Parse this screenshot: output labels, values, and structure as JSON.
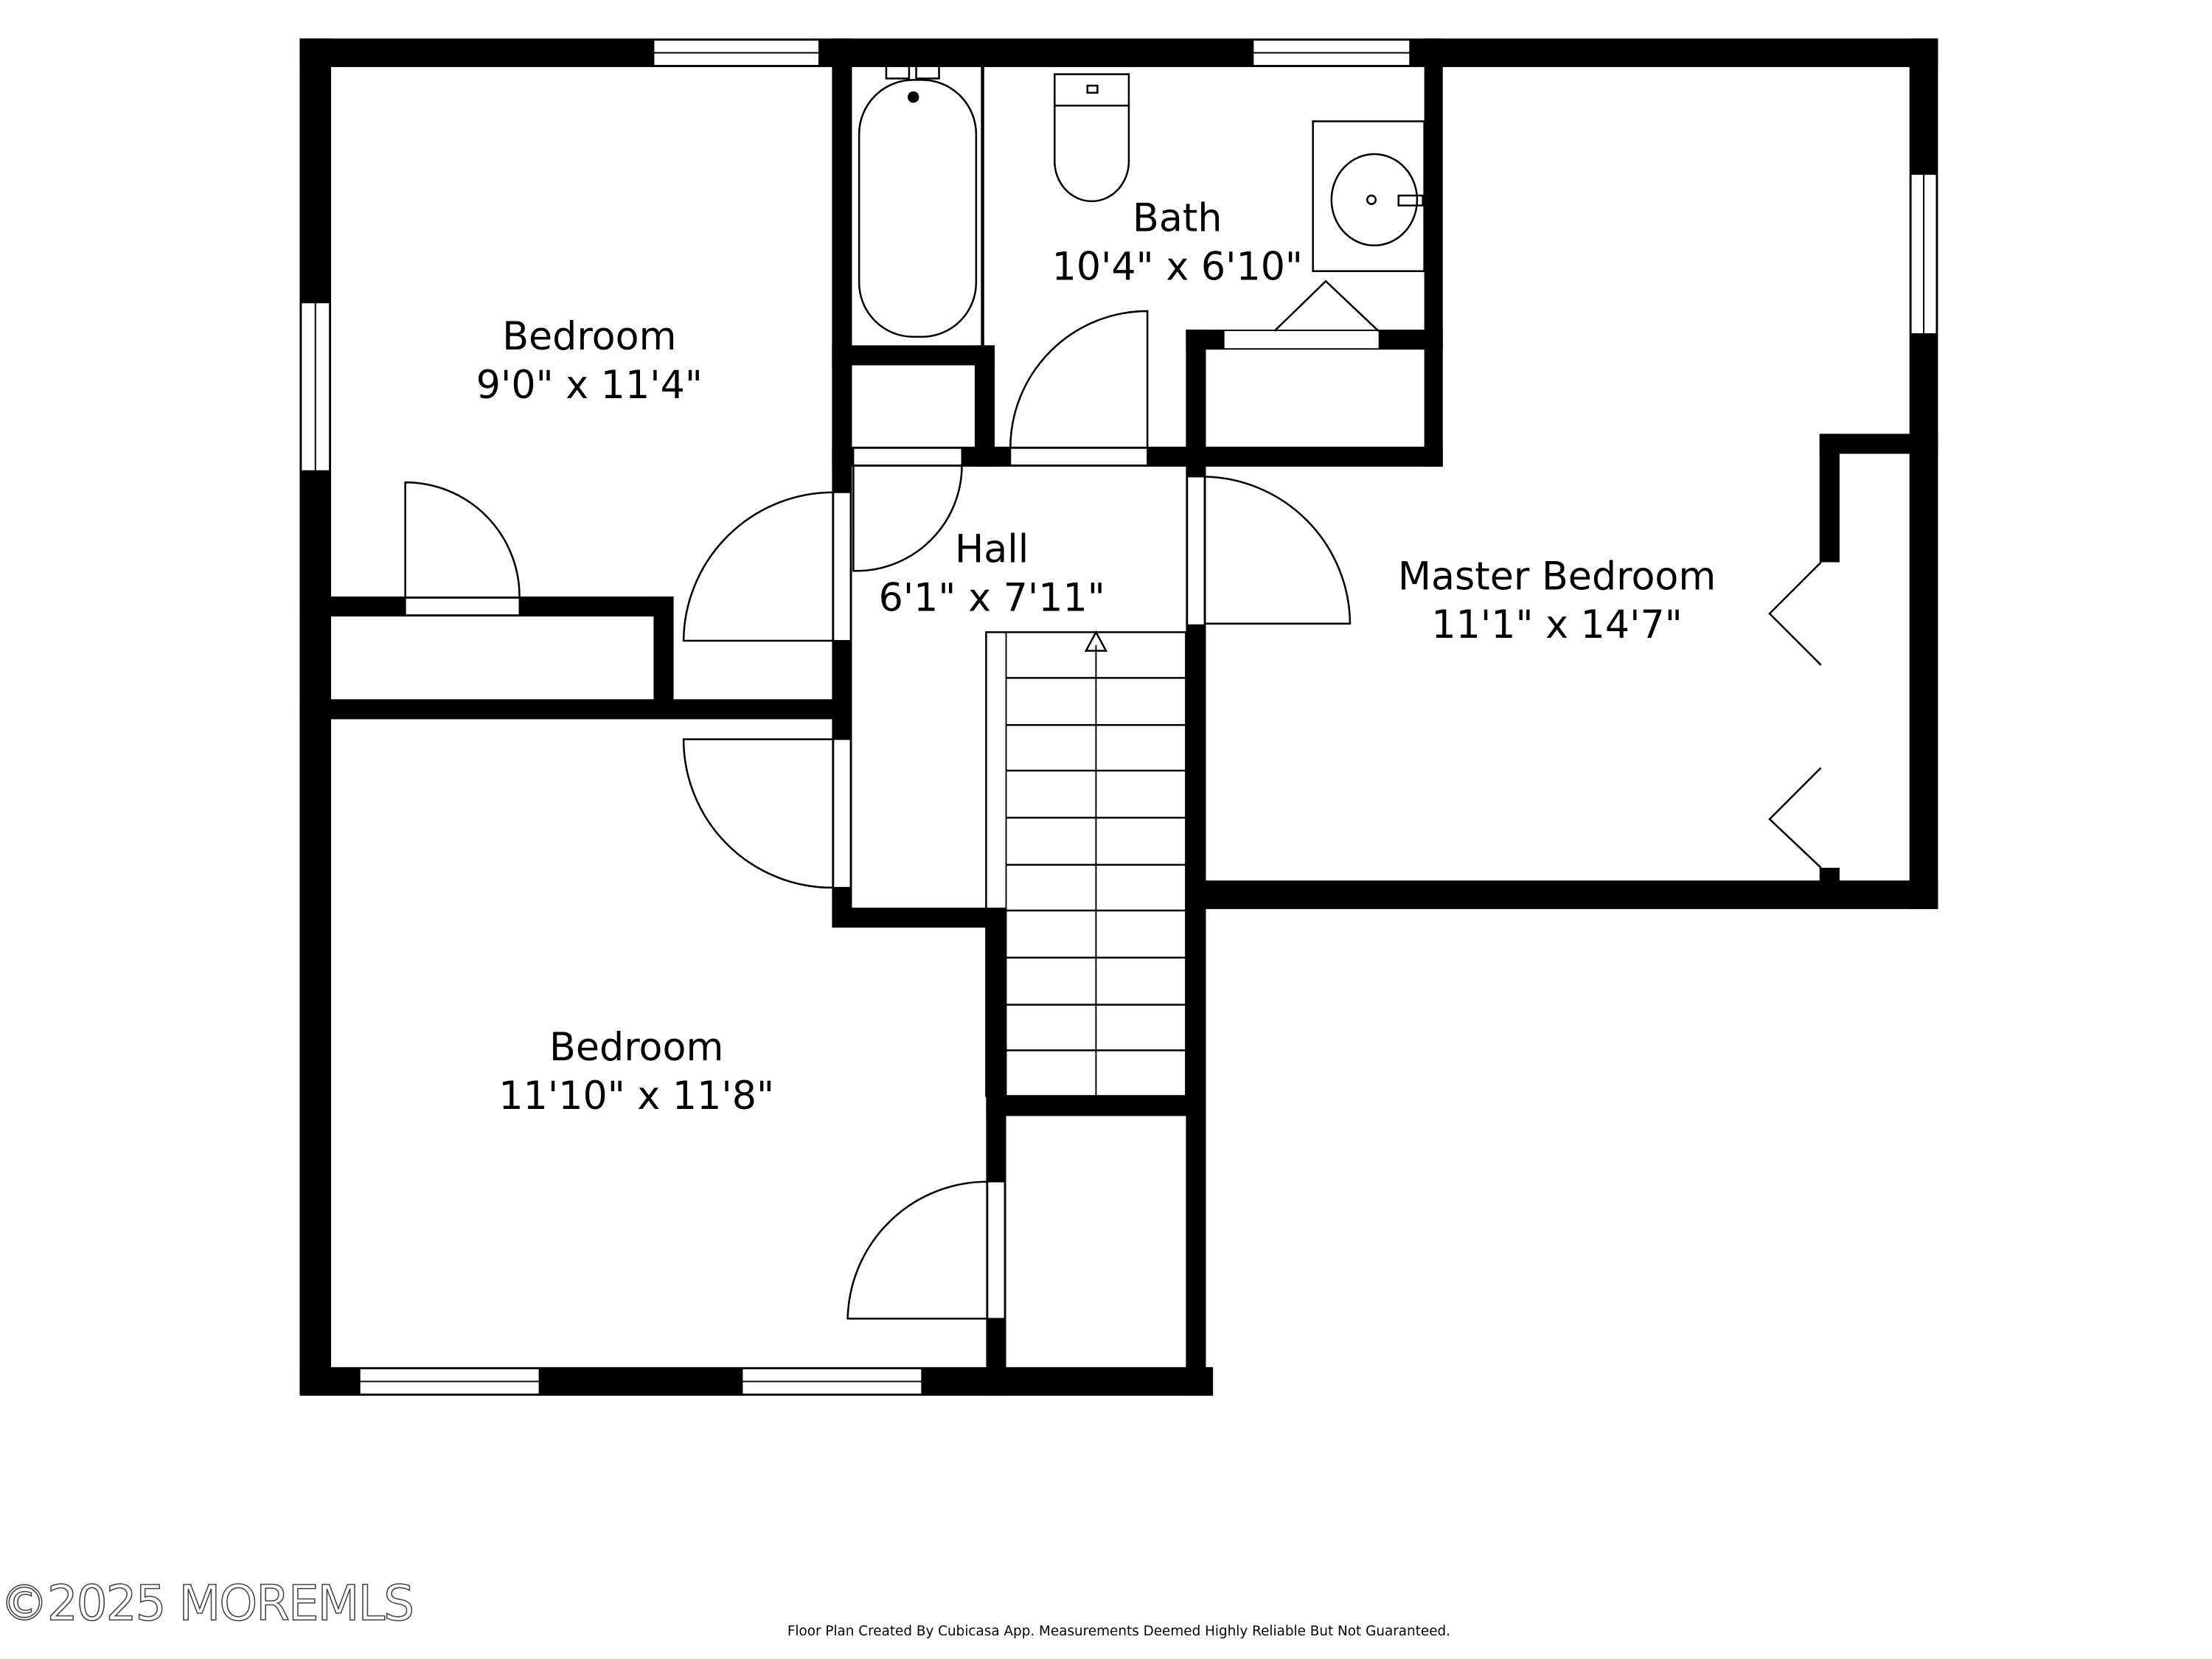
{
  "rooms": {
    "bedroom_top_left": {
      "name": "Bedroom",
      "dims": "9'0\" x 11'4\""
    },
    "bath": {
      "name": "Bath",
      "dims": "10'4\" x 6'10\""
    },
    "hall": {
      "name": "Hall",
      "dims": "6'1\" x 7'11\""
    },
    "master_bedroom": {
      "name": "Master Bedroom",
      "dims": "11'1\" x 14'7\""
    },
    "bedroom_bottom_left": {
      "name": "Bedroom",
      "dims": "11'10\" x 11'8\""
    }
  },
  "watermark": "©2025 MOREMLS",
  "footer": "Floor Plan Created By Cubicasa App. Measurements Deemed Highly Reliable But Not Guaranteed.",
  "colors": {
    "wall": "#000000",
    "background": "#ffffff"
  }
}
